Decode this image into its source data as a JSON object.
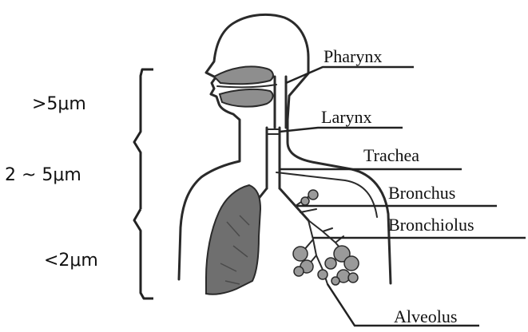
{
  "colors": {
    "ink": "#2a2a2a",
    "lung_fill": "#6f6f6f",
    "tissue_fill": "#9a9a9a",
    "background": "#ffffff"
  },
  "labels": {
    "pharynx": "Pharynx",
    "larynx": "Larynx",
    "trachea": "Trachea",
    "bronchus": "Bronchus",
    "bronchiolus": "Bronchiolus",
    "alveolus": "Alveolus"
  },
  "particle_sizes": {
    "large": ">5μm",
    "medium": "2 ~ 5μm",
    "small": "<2μm"
  }
}
